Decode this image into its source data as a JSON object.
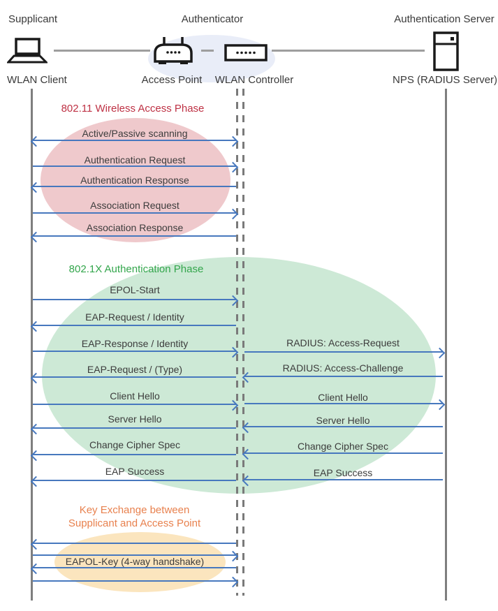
{
  "actors": {
    "supplicant": {
      "role": "Supplicant",
      "device": "WLAN Client"
    },
    "authenticator": {
      "role": "Authenticator",
      "access_point": "Access Point",
      "wlan_controller": "WLAN Controller"
    },
    "authentication_server": {
      "role": "Authentication Server",
      "device": "NPS (RADIUS Server)"
    }
  },
  "icons": {
    "supplicant": "laptop-icon",
    "access_point": "wireless-router-icon",
    "wlan_controller": "controller-box-icon",
    "authentication_server": "server-tower-icon"
  },
  "phases": {
    "wireless_access": {
      "title": "802.11 Wireless Access Phase",
      "messages": [
        "Active/Passive scanning",
        "Authentication Request",
        "Authentication Response",
        "Association Request",
        "Association Response"
      ]
    },
    "dot1x_auth": {
      "title": "802.1X Authentication Phase",
      "client_messages": [
        "EPOL-Start",
        "EAP-Request / Identity",
        "EAP-Response / Identity",
        "EAP-Request / (Type)",
        "Client Hello",
        "Server Hello",
        "Change Cipher Spec",
        "EAP Success"
      ],
      "server_messages": [
        "RADIUS: Access-Request",
        "RADIUS: Access-Challenge",
        "Client Hello",
        "Server Hello",
        "Change Cipher Spec",
        "EAP Success"
      ]
    },
    "key_exchange": {
      "title_line1": "Key Exchange between",
      "title_line2": "Supplicant and Access Point",
      "message": "EAPOL-Key (4-way handshake)"
    }
  },
  "colors": {
    "arrow": "#4778be",
    "lifeline": "#7f7f7f",
    "phase1_title": "#be3144",
    "phase1_fill": "#efc9cc",
    "phase2_title": "#33a64c",
    "phase2_fill": "#cde9d6",
    "phase3_title": "#e8814e",
    "phase3_fill": "#fbe5be",
    "authenticator_fill": "#e9edf8"
  }
}
